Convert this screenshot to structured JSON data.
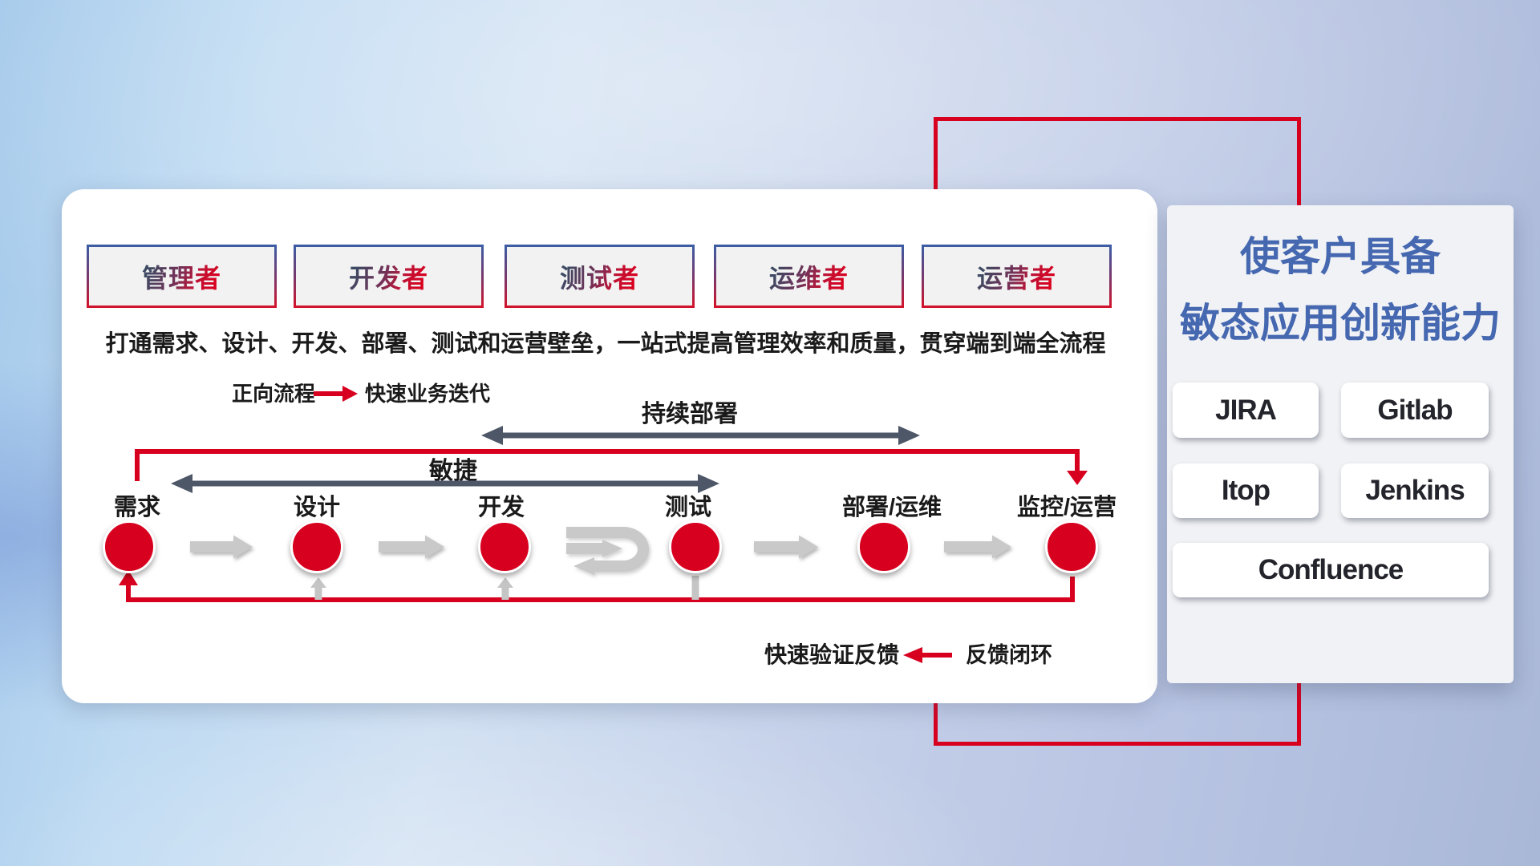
{
  "colors": {
    "red": "#d8001f",
    "slate_arrow": "#4d5768",
    "gray_arrow": "#c9c9ca",
    "title_blue": "#4568b0",
    "panel_white": "#ffffff",
    "text_dark": "#1a1a1a"
  },
  "roles": [
    "管理者",
    "开发者",
    "测试者",
    "运维者",
    "运营者"
  ],
  "description": "打通需求、设计、开发、部署、测试和运营壁垒，一站式提高管理效率和质量，贯穿端到端全流程",
  "legend_forward": {
    "label": "正向流程",
    "result": "快速业务迭代"
  },
  "span_arrows": {
    "continuous_deployment": "持续部署",
    "agile": "敏捷"
  },
  "process_nodes": [
    "需求",
    "设计",
    "开发",
    "测试",
    "部署/运维",
    "监控/运营"
  ],
  "legend_feedback": {
    "result": "快速验证反馈",
    "label": "反馈闭环"
  },
  "right_panel": {
    "title_line1": "使客户具备",
    "title_line2": "敏态应用创新能力",
    "tools": [
      "JIRA",
      "Gitlab",
      "Itop",
      "Jenkins",
      "Confluence"
    ]
  }
}
